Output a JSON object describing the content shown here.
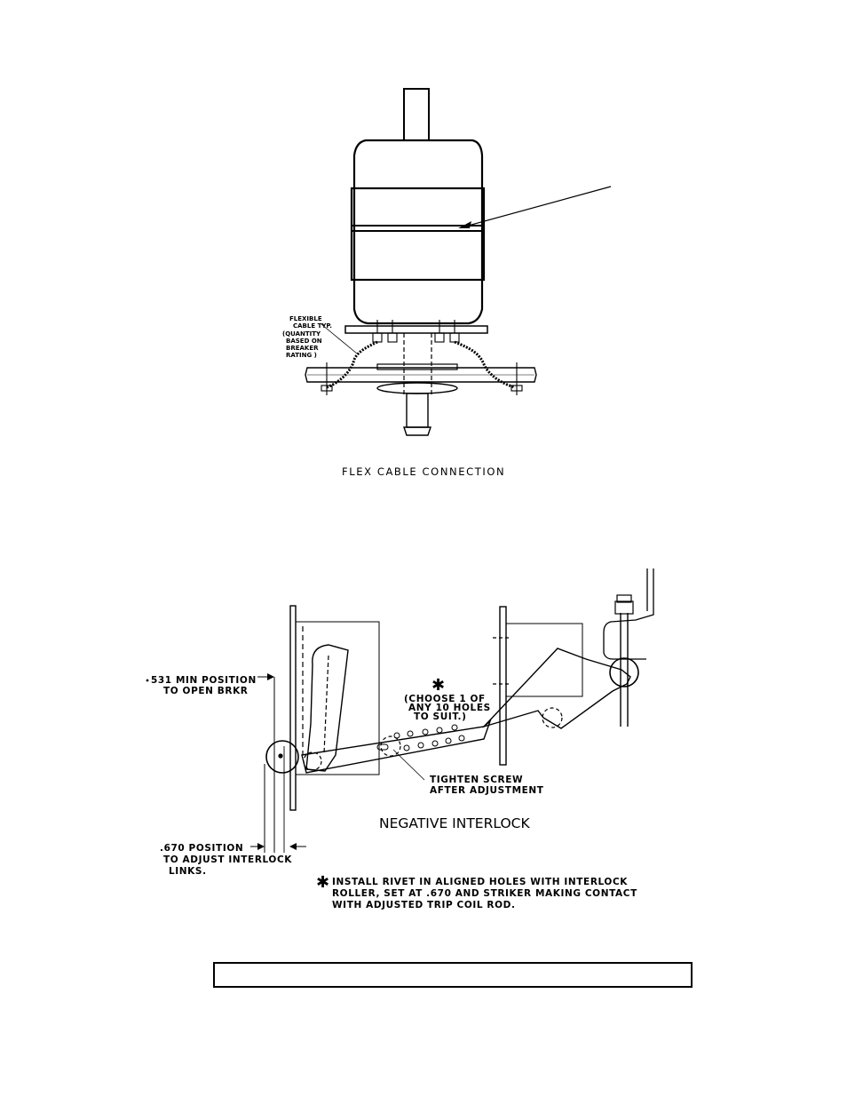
{
  "figure1": {
    "flex_label": [
      "FLEXIBLE",
      "CABLE TYP.",
      "(QUANTITY",
      "BASED ON",
      "BREAKER",
      "RATING )"
    ],
    "caption": "FLEX CABLE CONNECTION"
  },
  "figure2": {
    "min_position": [
      "531 MIN POSITION",
      "TO OPEN BRKR"
    ],
    "adjust_position": [
      ".670 POSITION",
      "TO ADJUST INTERLOCK",
      "LINKS."
    ],
    "choose_holes": [
      "(CHOOSE 1 OF",
      "ANY 10 HOLES",
      "TO SUIT.)"
    ],
    "tighten": [
      "TIGHTEN SCREW",
      "AFTER ADJUSTMENT"
    ],
    "title": "NEGATIVE INTERLOCK",
    "note_lines": [
      "INSTALL RIVET IN ALIGNED HOLES WITH INTERLOCK",
      "ROLLER, SET AT .670  AND STRIKER MAKING CONTACT",
      "WITH ADJUSTED TRIP COIL ROD."
    ]
  },
  "caption_box": {
    "text": ""
  }
}
